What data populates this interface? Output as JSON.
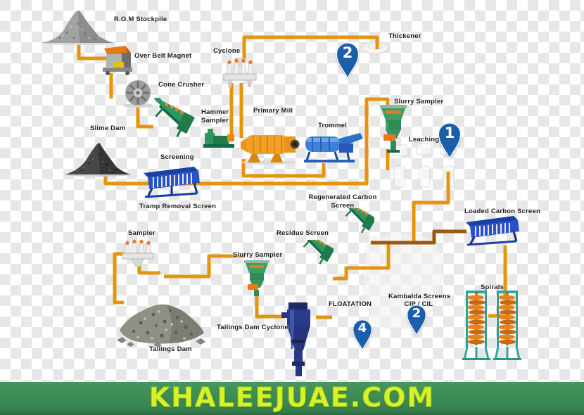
{
  "watermark": {
    "text": "KHALEEJUAE.COM",
    "bar_color": "#3B8751",
    "text_color": "#D9F226"
  },
  "diagram": {
    "labels": {
      "rom_stockpile": "R.O.M Stockpile",
      "over_belt_magnet": "Over Belt Magnet",
      "cone_crusher": "Cone Crusher",
      "cyclone": "Cyclone",
      "thickener": "Thickener",
      "hammer_sampler": "Hammer Sampler",
      "primary_mill": "Primary Mill",
      "trommel": "Trommel",
      "slurry_sampler_top": "Slurry Sampler",
      "leaching": "Leaching",
      "slime_dam": "Slime Dam",
      "screening": "Screening",
      "tramp_removal_screen": "Tramp Removal Screen",
      "regenerated_carbon_screen": "Regenerated Carbon Screen",
      "residue_screen": "Residue Screen",
      "loaded_carbon_screen": "Loaded Carbon Screen",
      "sampler": "Sampler",
      "slurry_sampler_bottom": "Slurry Sampler",
      "floatation": "FLOATATION",
      "kambalda_screens": "Kambalda Screens",
      "cip_cil": "CIP / CIL",
      "tailings_dam_cyclone": "Tailings Dam Cyclone",
      "tailings_dam": "Tailings Dam",
      "spirals": "Spirals"
    },
    "markers": [
      {
        "id": "marker-thickener",
        "number": "2"
      },
      {
        "id": "marker-leaching",
        "number": "1"
      },
      {
        "id": "marker-kambalda",
        "number": "2"
      },
      {
        "id": "marker-floatation",
        "number": "4"
      }
    ],
    "colors": {
      "flow_line": "#E5940F",
      "carbon_line": "#9A5810",
      "marker_blue": "#1A5FAC",
      "machine_green": "#2E9660",
      "machine_blue": "#2A52C8",
      "mill_orange": "#F2A126",
      "spiral_orange": "#E8821A",
      "spiral_frame_teal": "#30A89E",
      "cyclone_navy": "#28357E"
    }
  }
}
